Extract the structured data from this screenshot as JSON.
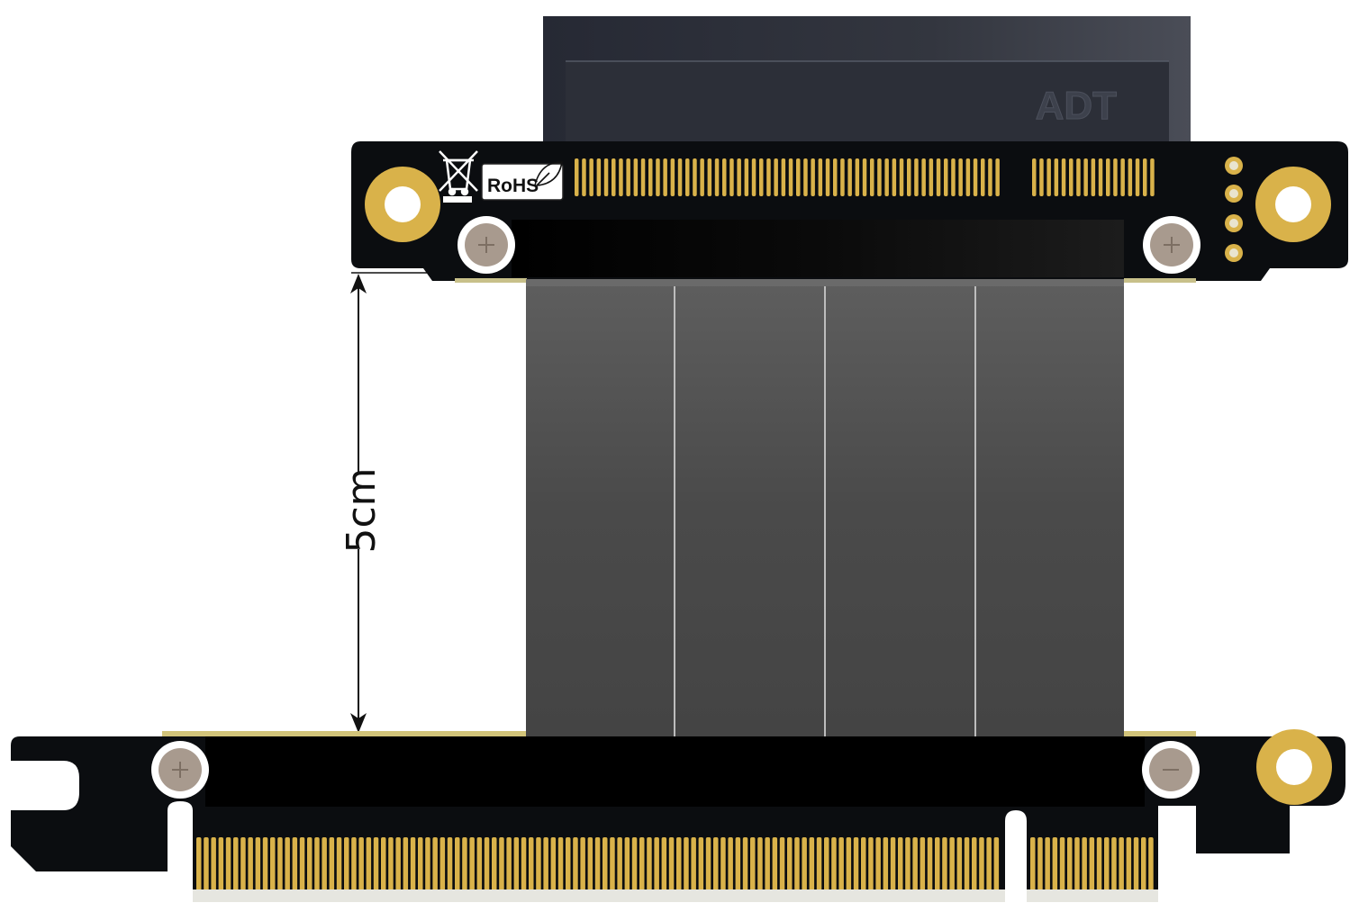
{
  "product": {
    "rohs_label": "RoHS",
    "dimension_label": "5cm",
    "watermark": "ADT"
  },
  "colors": {
    "pcb": "#0b0d10",
    "gold": "#d9b24a",
    "cable": "#4b4b4b",
    "slot": "#2e313a"
  },
  "icons": [
    "weee-bin-icon",
    "leaf-icon",
    "screw-icon",
    "mounting-hole-icon",
    "led-icon"
  ]
}
